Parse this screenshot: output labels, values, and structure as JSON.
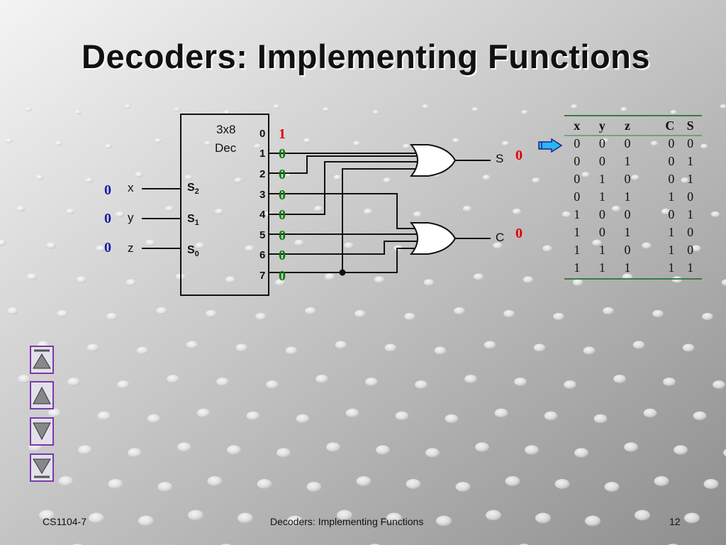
{
  "slide": {
    "title": "Decoders: Implementing Functions",
    "footer_left": "CS1104-7",
    "footer_center": "Decoders: Implementing Functions",
    "slide_number": "12"
  },
  "decoder": {
    "name_line1": "3x8",
    "name_line2": "Dec",
    "selects": [
      {
        "label": "S",
        "sub": "2"
      },
      {
        "label": "S",
        "sub": "1"
      },
      {
        "label": "S",
        "sub": "0"
      }
    ],
    "outputs": [
      "0",
      "1",
      "2",
      "3",
      "4",
      "5",
      "6",
      "7"
    ],
    "output_values": [
      "1",
      "0",
      "0",
      "0",
      "0",
      "0",
      "0",
      "0"
    ]
  },
  "inputs": [
    {
      "name": "x",
      "value": "0"
    },
    {
      "name": "y",
      "value": "0"
    },
    {
      "name": "z",
      "value": "0"
    }
  ],
  "gates": [
    {
      "name": "S",
      "value": "0"
    },
    {
      "name": "C",
      "value": "0"
    }
  ],
  "truth_table": {
    "headers": [
      "x",
      "y",
      "z",
      "C",
      "S"
    ],
    "rows": [
      [
        "0",
        "0",
        "0",
        "0",
        "0"
      ],
      [
        "0",
        "0",
        "1",
        "0",
        "1"
      ],
      [
        "0",
        "1",
        "0",
        "0",
        "1"
      ],
      [
        "0",
        "1",
        "1",
        "1",
        "0"
      ],
      [
        "1",
        "0",
        "0",
        "0",
        "1"
      ],
      [
        "1",
        "0",
        "1",
        "1",
        "0"
      ],
      [
        "1",
        "1",
        "0",
        "1",
        "0"
      ],
      [
        "1",
        "1",
        "1",
        "1",
        "1"
      ]
    ],
    "current_row": 0
  },
  "colors": {
    "active_high": "#e00000",
    "active_low": "#0a7d0a",
    "input_value": "#1a1aa8"
  },
  "nav_buttons": [
    "first-icon",
    "up-icon",
    "down-icon",
    "last-icon"
  ]
}
